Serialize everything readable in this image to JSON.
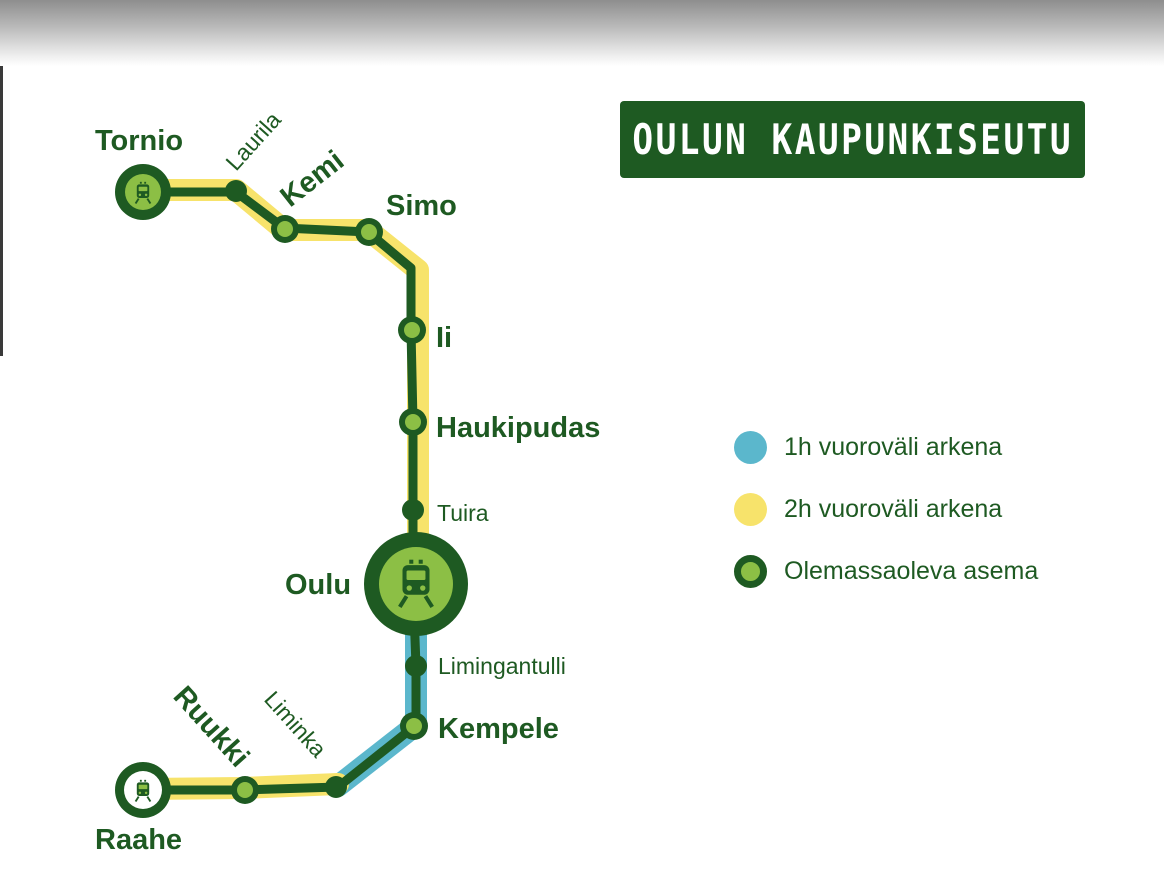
{
  "title": "OULUN KAUPUNKISEUTU",
  "colors": {
    "dark_green": "#1e5a22",
    "station_green": "#8cbf45",
    "yellow_service": "#f7e36b",
    "blue_service": "#5bb7cc"
  },
  "stations": {
    "tornio": "Tornio",
    "laurila": "Laurila",
    "kemi": "Kemi",
    "simo": "Simo",
    "ii": "Ii",
    "haukipudas": "Haukipudas",
    "tuira": "Tuira",
    "oulu": "Oulu",
    "limingantulli": "Limingantulli",
    "kempele": "Kempele",
    "liminka": "Liminka",
    "ruukki": "Ruukki",
    "raahe": "Raahe"
  },
  "legend": [
    {
      "label": "1h vuoroväli arkena",
      "color": "#5bb7cc",
      "kind": "service"
    },
    {
      "label": "2h vuoroväli arkena",
      "color": "#f7e36b",
      "kind": "service"
    },
    {
      "label": "Olemassaoleva asema",
      "color": "#8cbf45",
      "kind": "station"
    }
  ],
  "icons": [
    "train-icon"
  ]
}
